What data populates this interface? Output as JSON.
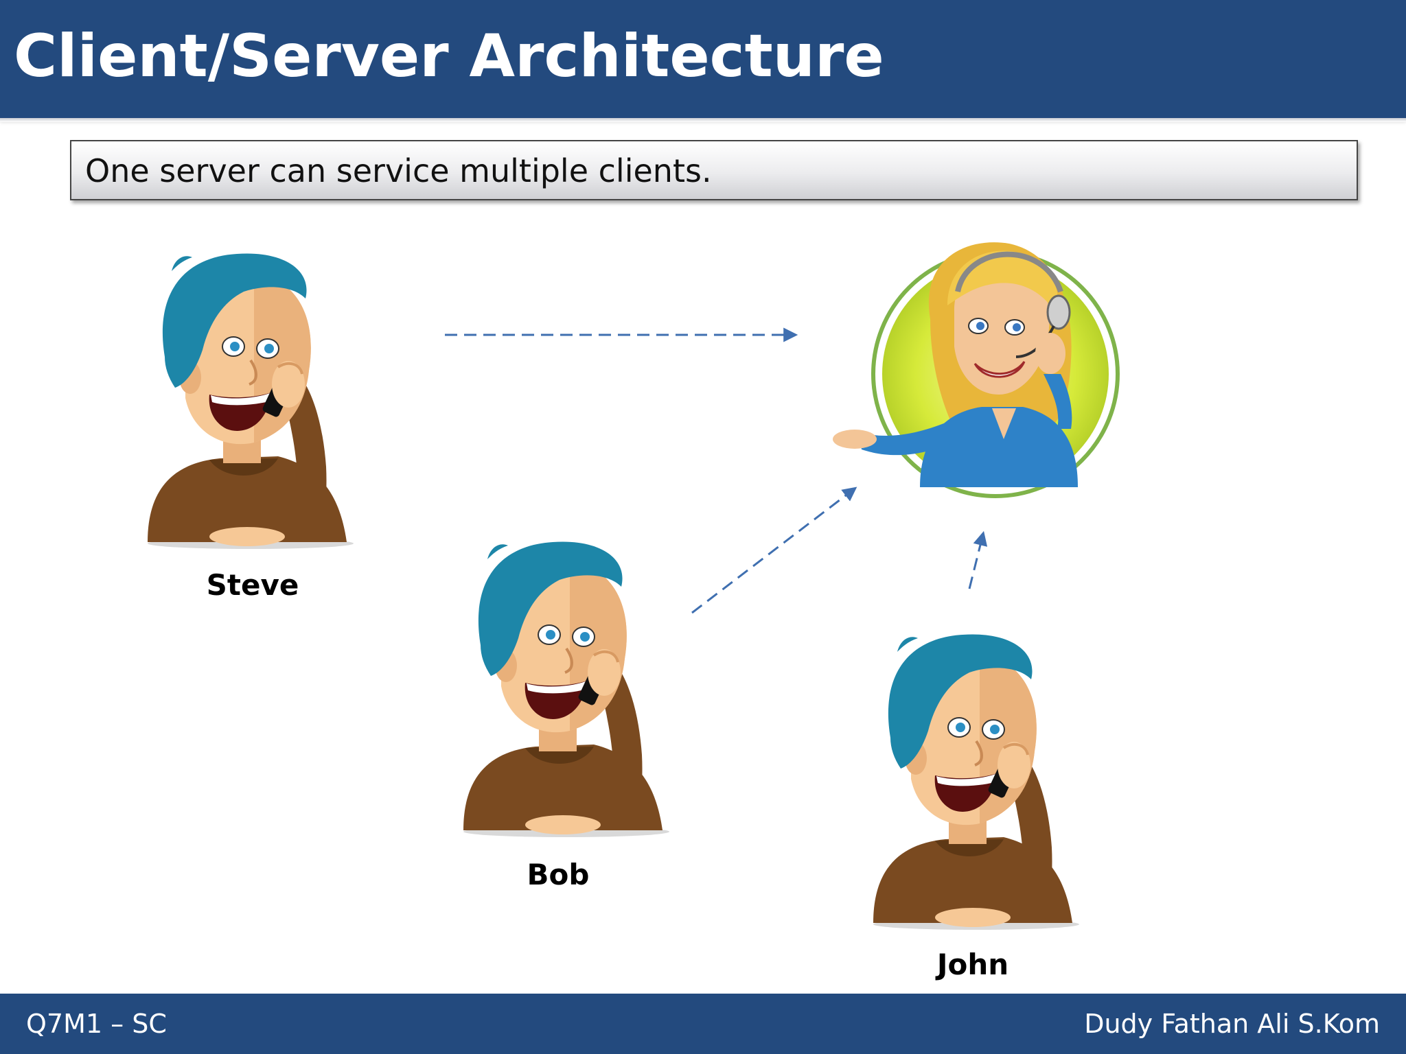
{
  "slide": {
    "title": "Client/Server Architecture",
    "subtitle": "One server can service multiple clients."
  },
  "diagram": {
    "clients": [
      {
        "name": "Steve"
      },
      {
        "name": "Bob"
      },
      {
        "name": "John"
      }
    ],
    "server": {
      "icon": "support-agent-icon"
    },
    "client_icon": "person-on-phone-icon",
    "arrow_style": "dashed",
    "colors": {
      "arrow": "#3f6fb0",
      "hair": "#1d86a8",
      "skin": "#f6c896",
      "shirt": "#7a4a20",
      "server_ring": "#7fb34a",
      "server_bg": "#d6ea3a"
    }
  },
  "footer": {
    "left": "Q7M1 – SC",
    "right": "Dudy Fathan Ali S.Kom"
  },
  "colors": {
    "header_bg": "#234a7e",
    "text_light": "#ffffff"
  }
}
